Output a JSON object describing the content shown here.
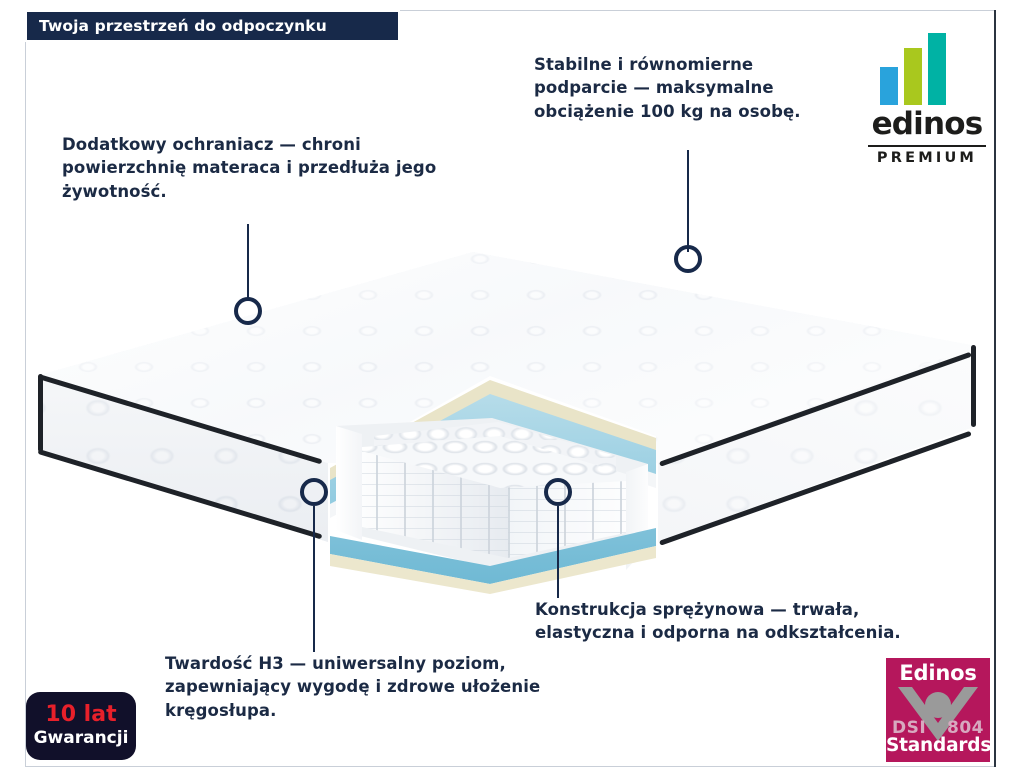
{
  "banner": {
    "title": "Twoja przestrzeń do odpoczynku"
  },
  "callouts": [
    {
      "id": "top-left",
      "text": "Dodatkowy ochraniacz — chroni powierzchnię materaca i przedłuża jego żywotność."
    },
    {
      "id": "top-right",
      "text": "Stabilne i równomierne podparcie — maksymalne obciążenie 100 kg na osobę."
    },
    {
      "id": "bottom-right",
      "text": "Konstrukcja sprężynowa — trwała, elastyczna i odporna na odkształcenia."
    },
    {
      "id": "bottom-left",
      "text": "Twardość H3 — uniwersalny poziom, zapewniający wygodę i zdrowe ułożenie kręgosłupa."
    }
  ],
  "warranty_badge": {
    "years_line": "10 lat",
    "label_line": "Gwarancji"
  },
  "logo": {
    "name": "edinos",
    "subtitle": "PREMIUM",
    "bars": [
      {
        "name": "bar-blue",
        "color": "#29a3dc",
        "height": 38
      },
      {
        "name": "bar-green",
        "color": "#a9c81e",
        "height": 57
      },
      {
        "name": "bar-teal",
        "color": "#00b2a4",
        "height": 72
      }
    ]
  },
  "standards_badge": {
    "brand": "Edinos",
    "code_left": "DSI",
    "code_right": "804",
    "label": "Standards",
    "background": "#b5175c",
    "mark_color": "#9a9a9a"
  },
  "colors": {
    "navy": "#17294a",
    "text": "#1b2a44",
    "banner_bg": "#17294a",
    "badge_bg": "#11102a",
    "badge_red": "#e8202a",
    "frame": "#c9cfd8",
    "piping": "#1e2228",
    "foam_blue": "#9fd2e4",
    "foam_cream": "#ece8cf"
  },
  "product": {
    "type": "pocket-spring mattress cutaway",
    "layers": [
      "quilted cover",
      "cream comfort foam",
      "blue foam",
      "pocket spring core",
      "blue foam base",
      "cream base layer"
    ]
  }
}
